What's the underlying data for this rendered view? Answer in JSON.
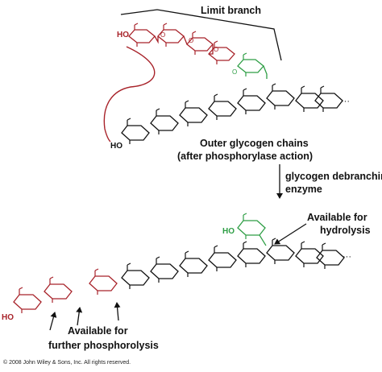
{
  "labels": {
    "limit_branch": "Limit branch",
    "outer_chains_line1": "Outer glycogen chains",
    "outer_chains_line2": "(after phosphorylase action)",
    "enzyme_line1": "glycogen debranching",
    "enzyme_line2": "enzyme",
    "hydrolysis_line1": "Available for",
    "hydrolysis_line2": "hydrolysis",
    "phosphorolysis_line1": "Available for",
    "phosphorolysis_line2": "further phosphorolysis",
    "ho": "HO",
    "o": "O",
    "ellipsis": "···",
    "copyright": "© 2008 John Wiley & Sons, Inc. All rights reserved."
  },
  "colors": {
    "residue_black": "#111111",
    "residue_red": "#a8232a",
    "residue_green": "#2e9e45"
  }
}
